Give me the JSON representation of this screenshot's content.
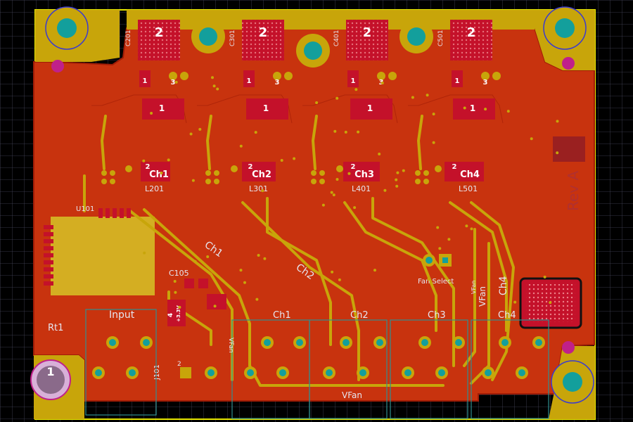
{
  "view": {
    "colors": {
      "background": "#000000",
      "grid": "#46465a",
      "board_outline": "#e6e600",
      "copper_fill": "#c8330e",
      "pour_edge": "#a01c06",
      "trace": "#c8a50a",
      "pad_red": "#c4112a",
      "via_ring": "#c8a50a",
      "mount_hole": "#139f9c",
      "courtyard": "#2f8f8f",
      "silk": "#e6e6f0",
      "mouse_bite": "#c0208a"
    }
  },
  "board": {
    "revision": "Rev A",
    "channels": [
      {
        "mosfet_top_pin": "2",
        "mosfet_side_pin": "1",
        "mosfet_right_pin": "3",
        "inductor_pin": "2",
        "inductor_label": "Ch1",
        "inductor_ref": "L201",
        "cap_ref": "C201",
        "regulator_pin": "1"
      },
      {
        "mosfet_top_pin": "2",
        "mosfet_side_pin": "1",
        "mosfet_right_pin": "3",
        "inductor_pin": "2",
        "inductor_label": "Ch2",
        "inductor_ref": "L301",
        "cap_ref": "C301",
        "regulator_pin": "1"
      },
      {
        "mosfet_top_pin": "2",
        "mosfet_side_pin": "1",
        "mosfet_right_pin": "3",
        "inductor_pin": "2",
        "inductor_label": "Ch3",
        "inductor_ref": "L401",
        "cap_ref": "C401",
        "regulator_pin": "1"
      },
      {
        "mosfet_top_pin": "2",
        "mosfet_side_pin": "1",
        "mosfet_right_pin": "3",
        "inductor_pin": "2",
        "inductor_label": "Ch4",
        "inductor_ref": "L501",
        "cap_ref": "C501",
        "regulator_pin": "1"
      }
    ],
    "trace_labels": {
      "ch1": "Ch1",
      "ch2": "Ch2",
      "ch4": "Ch4",
      "vfan_left": "VFan",
      "vfan_right": "VFan",
      "vfan_bottom": "VFan",
      "vfan_small": "VFan"
    },
    "silkscreen": {
      "input_label": "Input",
      "connector_labels": [
        "Ch1",
        "Ch2",
        "Ch3",
        "Ch4"
      ],
      "fan_select": "Fan Select",
      "c105": "C105",
      "regulator_pin": "4",
      "regulator_value": "+3.3V",
      "rt1": "Rt1",
      "j101": "J101",
      "u101": "U101",
      "jp1_pin": "2",
      "corner_pad_pin": "1"
    }
  }
}
